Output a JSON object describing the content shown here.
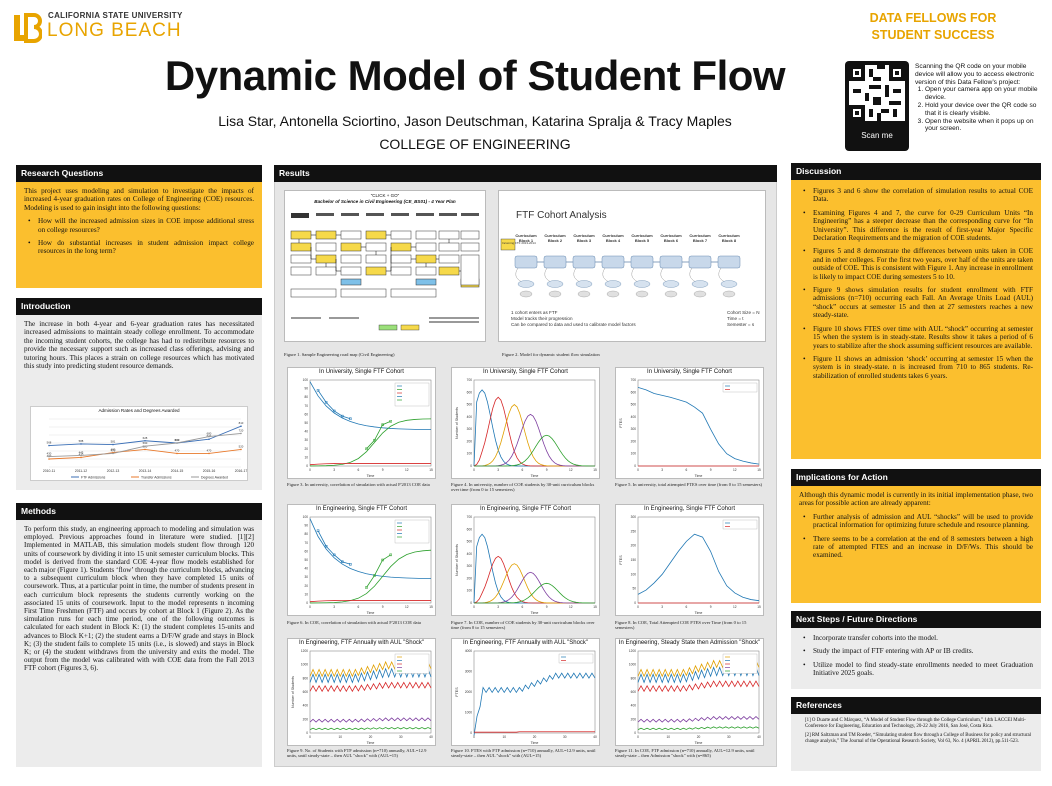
{
  "logo": {
    "line1": "CALIFORNIA STATE UNIVERSITY",
    "line2": "LONG BEACH"
  },
  "brand": {
    "line1": "DATA FELLOWS FOR",
    "line2": "STUDENT SUCCESS"
  },
  "title": "Dynamic Model of Student Flow",
  "authors": "Lisa Star, Antonella Sciortino, Jason Deutschman, Katarina Spralja & Tracy Maples",
  "college": "COLLEGE OF ENGINEERING",
  "qr": {
    "button": "Scan me",
    "intro": "Scanning the QR code on your mobile device will allow you to access electronic version of this Data Fellow’s project:",
    "steps": [
      "Open your camera app on your mobile device.",
      "Hold your device over the QR code so that it is clearly visible.",
      "Open the website when it pops up on your screen."
    ]
  },
  "sections": {
    "research": {
      "title": "Research Questions",
      "text": "This project uses modeling and simulation to investigate the impacts of increased 4-year graduation rates on College of Engineering (COE) resources. Modeling is used to gain insight into the following questions:",
      "bullets": [
        "How will the increased admission sizes in COE impose additional stress on college resources?",
        "How do substantial increases in student admission impact college resources in the long term?"
      ]
    },
    "intro": {
      "title": "Introduction",
      "text": "The increase in both 4-year and 6-year graduation rates has necessitated increased admissions to maintain steady college enrollment. To accommodate the incoming student cohorts, the college has had to redistribute resources to provide the necessary support such as increased class offerings, advising and tutoring hours. This places a strain on college resources which has motivated this study into predicting student resource demands."
    },
    "methods": {
      "title": "Methods",
      "text": "To perform this study, an engineering approach to modeling and simulation was employed. Previous approaches found in literature were studied. [1][2] Implemented in MATLAB, this simulation models student flow through 120 units of coursework by dividing it into 15 unit semester curriculum blocks. This model is derived from the standard COE 4-year flow models established for each major (Figure 1). Students ‘flow’ through the curriculum blocks, advancing to a subsequent curriculum block when they have completed 15 units of coursework. Thus, at a particular point in time, the number of students present in each curriculum block represents the students currently working on the associated 15 units of coursework. Input to the model represents n incoming First Time Freshmen (FTF) and occurs by cohort at Block 1 (Figure 2). As the simulation runs for each time period, one of the following outcomes is calculated for each student in Block K: (1) the student completes 15-units and advances to Block K+1; (2) the student earns a D/F/W grade and stays in Block K; (3) the student fails to complete 15 units (i.e., is slowed) and stays in Block K; or (4) the student withdraws from the university and exits the model. The output from the model was calibrated with with COE data from the Fall 2013 FTF cohort (Figures 3, 6)."
    },
    "results": {
      "title": "Results"
    },
    "discussion": {
      "title": "Discussion",
      "bullets": [
        "Figures 3 and 6 show the correlation of simulation results to actual COE Data.",
        "Examining Figures 4 and 7, the curve for 0-29 Curriculum Units “In Engineering” has a steeper decrease than the corresponding curve for “In University”. This difference is the result of first-year Major Specific Declaration Requirements and the migration of COE students.",
        "Figures 5 and 8 demonstrate the differences between units taken in COE and in other colleges. For the first two years, over half of the units are taken outside of COE. This is consistent with Figure 1. Any increase in enrollment is likely to impact COE during semesters 5 to 10.",
        "Figure 9 shows simulation results for student enrollment with FTF admissions (n=710) occurring each Fall. An Average Units Load (AUL) “shock” occurs at semester 15 and then at 27 semesters reaches a new steady-state.",
        "Figure 10 shows FTES over time with AUL “shock” occurring at semester 15 when the system is in steady-state. Results show it takes a period of 6 years to stabilize after the shock assuming sufficient resources are available.",
        "Figure 11 shows an admission ‘shock’ occurring at semester 15 when the system is in steady-state. n is increased from 710 to 865 students. Re-stabilization of enrolled students takes 6 years."
      ]
    },
    "implications": {
      "title": "Implications for Action",
      "text": "Although this dynamic model is currently in its initial implementation phase, two areas for possible action are already apparent:",
      "bullets": [
        "Further analysis of admission and AUL “shocks” will be used to provide practical information for optimizing future schedule and resource planning.",
        "There seems to be a correlation at the end of 8 semesters between a high rate of attempted FTES and an increase in D/F/Ws. This should be examined."
      ]
    },
    "nextsteps": {
      "title": "Next Steps / Future Directions",
      "bullets": [
        "Incorporate transfer cohorts into the model.",
        "Study the impact of FTF entering with AP or IB credits.",
        "Utilize model to find steady-state enrollments needed to meet Graduation Initiative 2025 goals."
      ]
    },
    "references": {
      "title": "References",
      "items": [
        "[1] O Duarte and C Márquez, “A Model of Student Flow through the College Curriculum,” 14th LACCEI Multi-Conference for Engineering, Education and Technology, 20-22 July 2016, San José, Costa Rica.",
        "[2] RM Saltzman and TM Roeder, “Simulating student flow through a College of Business for policy and structural change analysis,” The Journal of the Operational Research Society, Vol 63, No. 4 (APRIL 2012), pp.511-523."
      ]
    }
  },
  "intro_chart": {
    "title": "Admission Rates and Degrees Awarded",
    "categories": [
      "2010-11",
      "2011-12",
      "2012-13",
      "2013-14",
      "2014-15",
      "2015-16",
      "2016-17"
    ],
    "series": [
      {
        "name": "FTF Admissions",
        "color": "#3b6fb6",
        "values": [
          568,
          588,
          581,
          628,
          600,
          647,
          810
        ]
      },
      {
        "name": "Transfer Admissions",
        "color": "#e8792b",
        "values": [
          400,
          420,
          480,
          520,
          470,
          470,
          520
        ]
      },
      {
        "name": "Degrees Awarded",
        "color": "#999999",
        "values": [
          430,
          445,
          470,
          560,
          600,
          680,
          720
        ]
      }
    ]
  },
  "figures": {
    "f1": {
      "title": "\"CLICK + GO\"",
      "subtitle": "Bachelor of Science in Civil Engineering (CE_BS01) - 4 Year Plan",
      "caption": "Figure 1. Sample Engineering road map (Civil Engineering)"
    },
    "f2": {
      "title": "FTF Cohort Analysis",
      "blocks": [
        "Curriculum Block 1",
        "Curriculum Block 2",
        "Curriculum Block 3",
        "Curriculum Block 4",
        "Curriculum Block 5",
        "Curriculum Block 6",
        "Curriculum Block 7",
        "Curriculum Block 8"
      ],
      "input": "Incoming FTF 2013-2014",
      "notes": [
        "1 cohort enters as FTF",
        "Model tracks their progression",
        "Can be compared to data and used to calibrate model factors"
      ],
      "vars": [
        "Cohort Size = N",
        "Time = t",
        "Semester = s"
      ],
      "caption": "Figure 2. Model for dynamic student flow simulation"
    },
    "f3": {
      "title": "In University, Single FTF Cohort",
      "caption": "Figure 3. In university, correlation of simulation with actual F'2013 COE data"
    },
    "f4": {
      "title": "In University, Single FTF Cohort",
      "caption": "Figure 4. In university, number of COE students by 30-unit curriculum blocks over time (from 0 to 15 semesters)"
    },
    "f5": {
      "title": "In University, Single FTF Cohort",
      "caption": "Figure 5. In university, total attempted FTES over time (from 0 to 15 semesters)"
    },
    "f6": {
      "title": "In Engineering, Single FTF Cohort",
      "caption": "Figure 6. In COE, correlation of simulation with actual F'2013 COE data"
    },
    "f7": {
      "title": "In Engineering, Single FTF Cohort",
      "caption": "Figure 7. In COE, number of COE students by 30-unit curriculum blocks over time (from 0 to 15 semesters)"
    },
    "f8": {
      "title": "In Engineering, Single FTF Cohort",
      "caption": "Figure 8. In COE, Total Attempted COE FTES over Time (from 0 to 15 semesters)"
    },
    "f9": {
      "title": "In Engineering, FTF Annually with AUL \"Shock\"",
      "caption": "Figure 9. No. of Students with FTF admission (n=710) annually, AUL=12.9 units, until steady-state – then AUL \"shock\" with (AUL=15)"
    },
    "f10": {
      "title": "In Engineering, FTF Annually with AUL \"Shock\"",
      "caption": "Figure 10. FTES with FTF admission (n=710) annually, AUL=12.9 units, until steady-state – then AUL \"shock\" with (AUL=15)"
    },
    "f11": {
      "title": "In Engineering, Steady State then Admission \"Shock\"",
      "caption": "Figure 11. In COE, FTF admission (n=710) annually, AUL=12.9 units, until steady-state – then Admission \"shock\" with (n=865)"
    }
  },
  "colors": {
    "accent": "#e8a400",
    "yellow": "#fbbf2e",
    "header": "#111111"
  }
}
